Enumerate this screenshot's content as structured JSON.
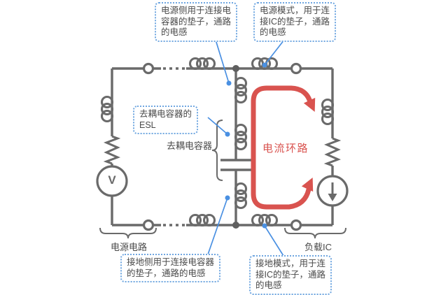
{
  "callouts": {
    "power_side_via": {
      "lines": [
        "电源侧用于连接电",
        "容器的垫子，通路",
        "的电感"
      ]
    },
    "power_pattern": {
      "lines": [
        "电源模式，用于连",
        "接IC的垫子，通路",
        "的电感"
      ]
    },
    "esl": {
      "lines": [
        "去耦电容器的",
        "ESL"
      ]
    },
    "ground_side_via": {
      "lines": [
        "接地侧用于连接电容器",
        "的垫子，通路的电感"
      ]
    },
    "ground_pattern": {
      "lines": [
        "接地模式，用于连",
        "接IC的垫子，通路",
        "的电感"
      ]
    }
  },
  "labels": {
    "decoupling_capacitor": "去耦电容器",
    "current_loop": "电流环路",
    "power_circuit": "电源电路",
    "load_ic": "负载IC",
    "voltage_source_symbol": "V"
  },
  "colors": {
    "circuit_gray": "#6a6a6a",
    "loop_red": "#d9534f",
    "callout_blue": "#4a90e2",
    "text_dark": "#4a4a4a"
  }
}
